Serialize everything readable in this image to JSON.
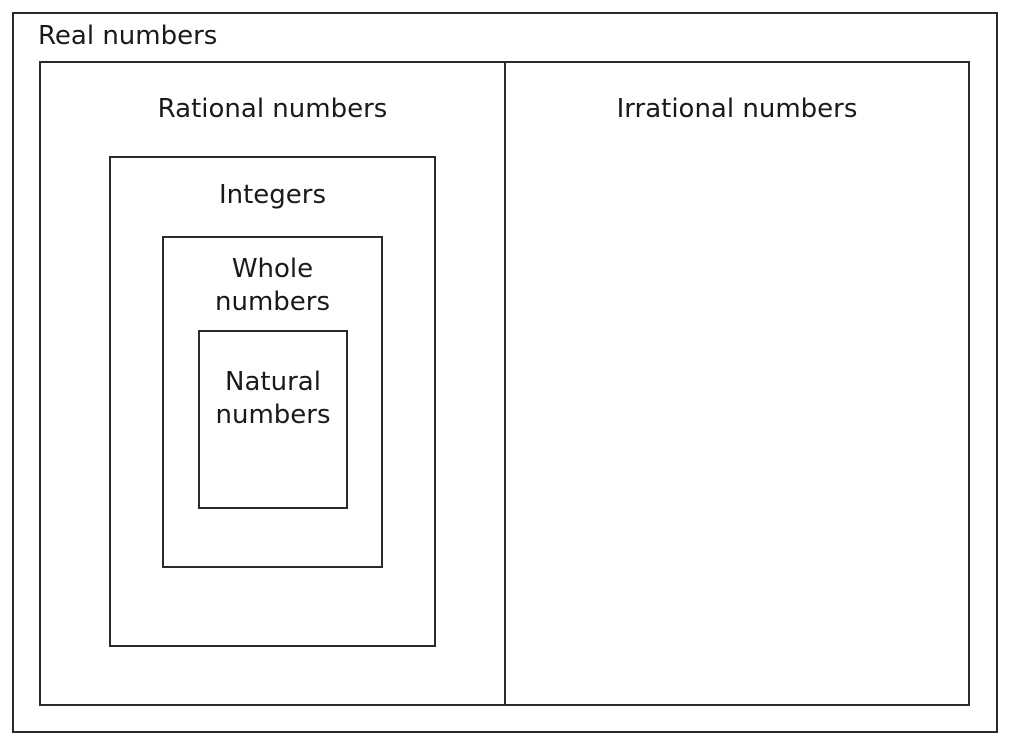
{
  "real": {
    "label": "Real numbers"
  },
  "rational": {
    "label": "Rational numbers"
  },
  "irrational": {
    "label": "Irrational numbers"
  },
  "integers": {
    "label": "Integers"
  },
  "whole": {
    "label": "Whole\nnumbers"
  },
  "natural": {
    "label": "Natural\nnumbers"
  }
}
